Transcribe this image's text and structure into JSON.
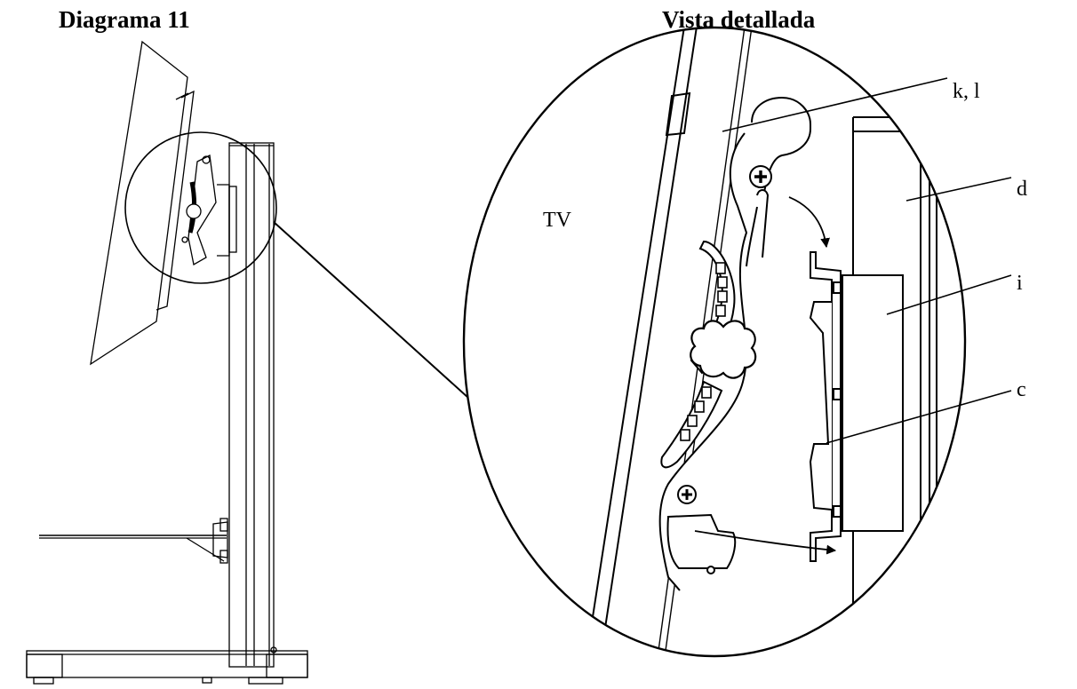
{
  "titles": {
    "overview": "Diagrama 11",
    "detail": "Vista detallada"
  },
  "labels": {
    "tv": "TV",
    "bracket": "k, l",
    "column": "d",
    "plate": "i",
    "hook": "c"
  },
  "colors": {
    "line": "#000000",
    "background": "#ffffff"
  }
}
